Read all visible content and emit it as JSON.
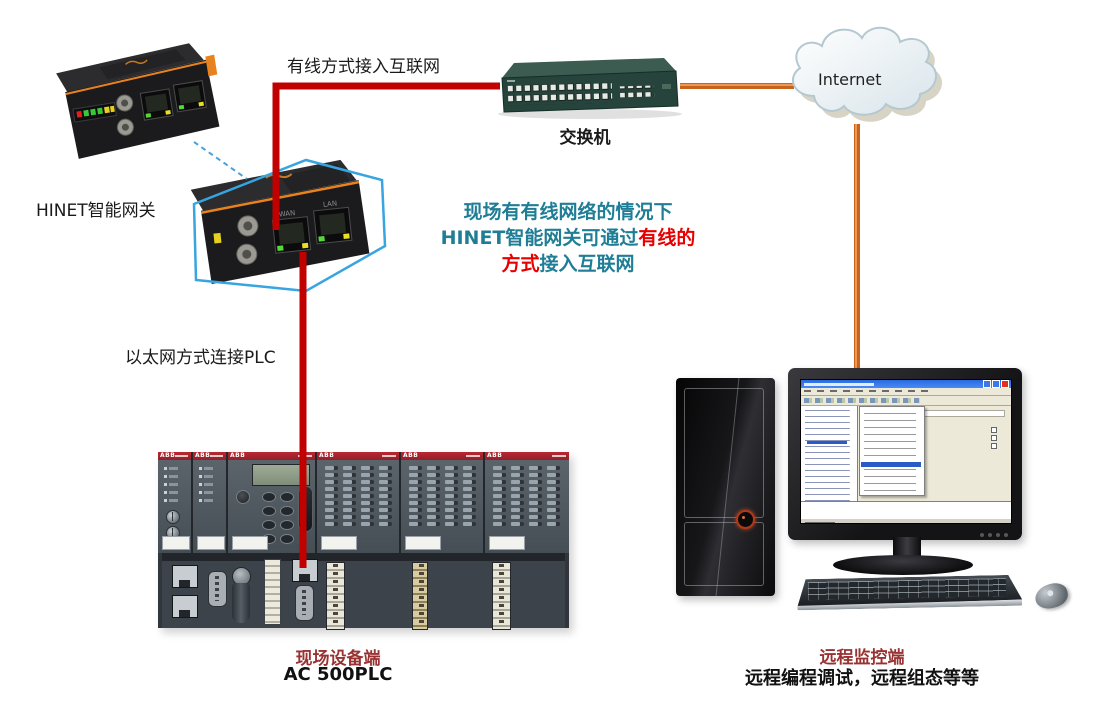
{
  "diagram": {
    "gateway_label": "HINET智能网关",
    "gateway_port_labels": [
      "WAN",
      "LAN"
    ],
    "wired_link_label": "有线方式接入互联网",
    "switch_label": "交换机",
    "internet_label": "Internet",
    "plc_link_label": "以太网方式连接PLC",
    "note": {
      "lines": [
        [
          {
            "text": "现场有有线网络的情况下",
            "color": "teal"
          }
        ],
        [
          {
            "text": "HINET智能网关可通过",
            "color": "teal"
          },
          {
            "text": "有线的",
            "color": "red"
          }
        ],
        [
          {
            "text": "方式",
            "color": "red"
          },
          {
            "text": "接入互联网",
            "color": "teal"
          }
        ]
      ]
    },
    "field_side": {
      "title": "现场设备端",
      "subtitle": "AC 500PLC"
    },
    "remote_side": {
      "title": "远程监控端",
      "subtitle": "远程编程调试，远程组态等等"
    },
    "plc_brand": "ABB"
  },
  "colors": {
    "cable_red": "#c10000",
    "cable_orange": "#c8641e",
    "cable_orange_light": "#f09850",
    "note_teal": "#1f7e96",
    "note_red": "#e80000",
    "side_label_maroon": "#993333",
    "highlight_blue": "#38a4e0"
  }
}
